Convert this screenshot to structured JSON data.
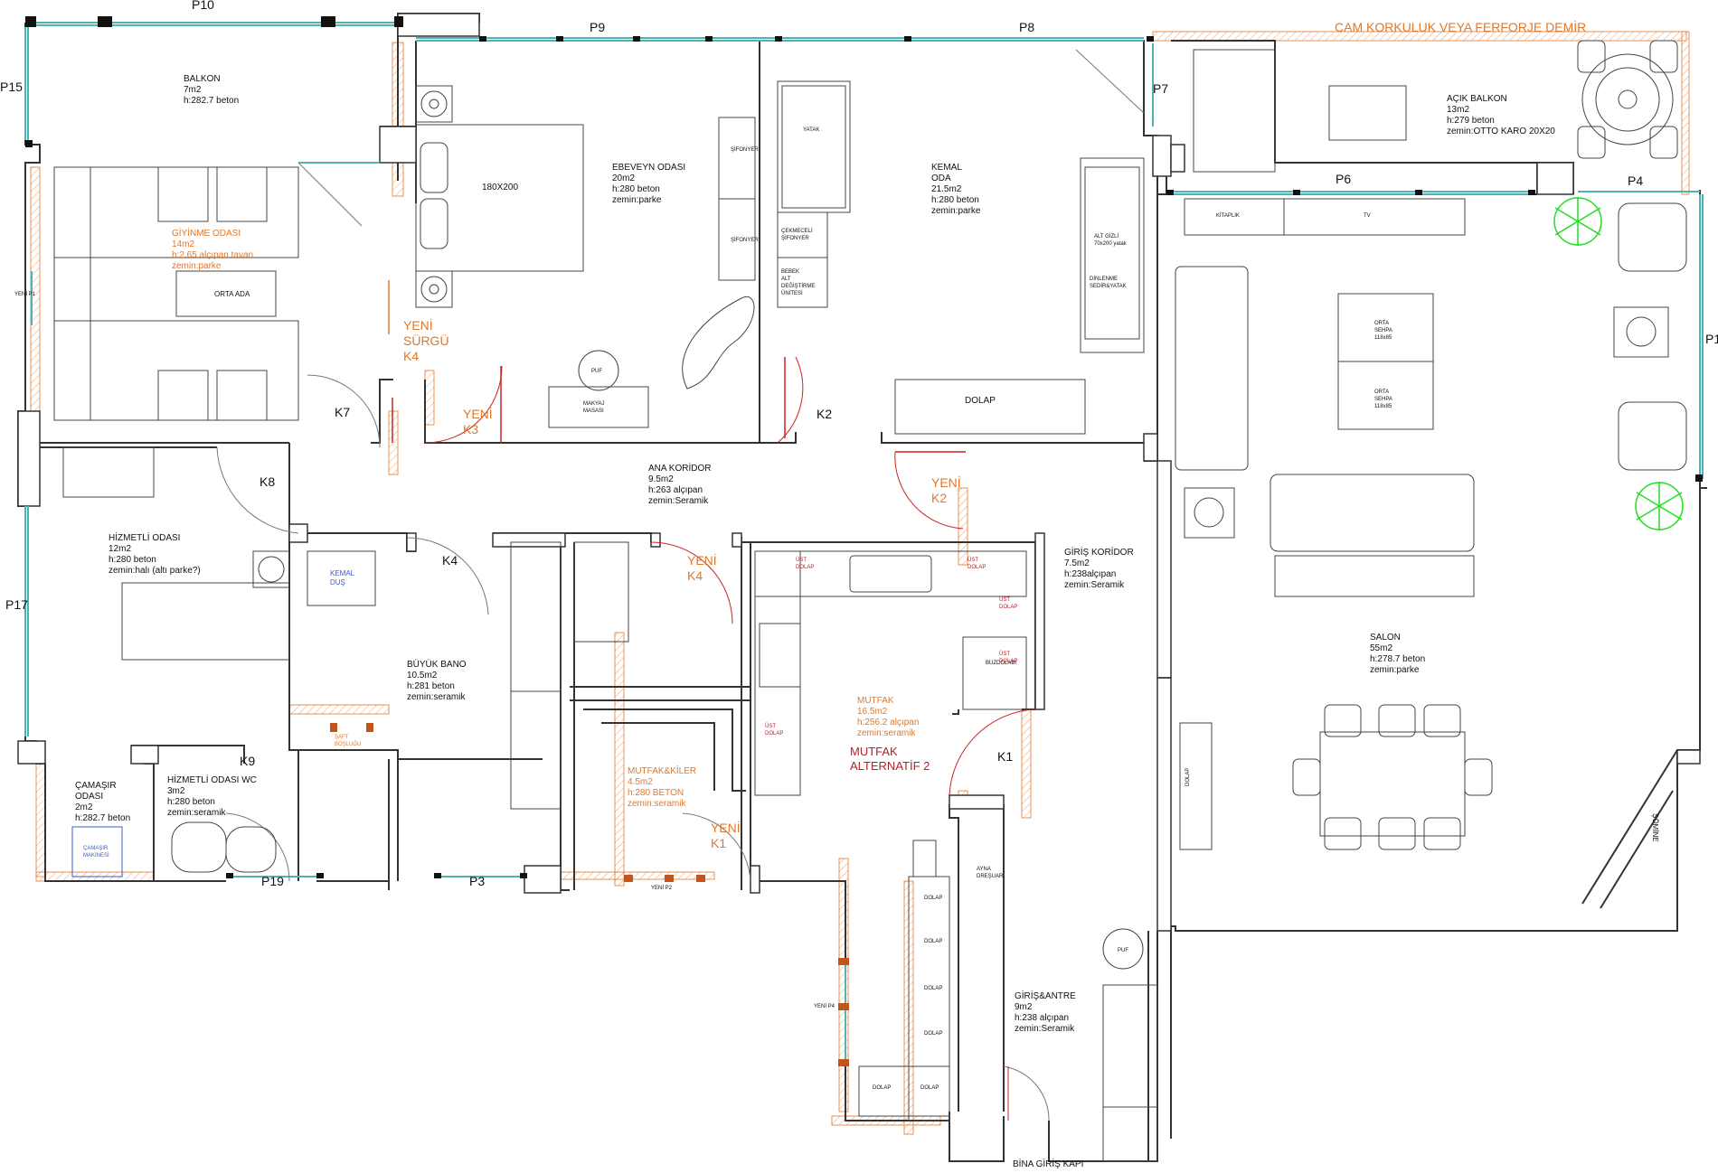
{
  "colors": {
    "wall": "#333333",
    "wall_new": "#e0782a",
    "hatch": "#f1a070",
    "window": "#4fb3b3",
    "furniture": "#444444",
    "plant": "#22dd22",
    "label_orange": "#e0782a",
    "label_red": "#b3202a",
    "fixture_blue": "#3a5bd0"
  },
  "header": {
    "railing_note": "CAM KORKULUK VEYA FERFORJE DEMİR"
  },
  "rooms": [
    {
      "id": "balkon",
      "lines": [
        "BALKON",
        "7m2",
        "h:282.7 beton"
      ]
    },
    {
      "id": "giyinme",
      "lines": [
        "GİYİNME ODASI",
        "14m2",
        "h:2,65 alçıpan tavan",
        "zemin:parke"
      ]
    },
    {
      "id": "ebeveyn",
      "lines": [
        "EBEVEYN ODASI",
        "20m2",
        "h:280 beton",
        "zemin:parke"
      ]
    },
    {
      "id": "kemal",
      "lines": [
        "KEMAL",
        "ODA",
        "21.5m2",
        "h:280 beton",
        "zemin:parke"
      ]
    },
    {
      "id": "acik_balkon",
      "lines": [
        "AÇIK BALKON",
        "13m2",
        "h:279 beton",
        "zemin:OTTO KARO 20X20"
      ]
    },
    {
      "id": "ana_koridor",
      "lines": [
        "ANA KORİDOR",
        "9.5m2",
        "h:263 alçıpan",
        "zemin:Seramik"
      ]
    },
    {
      "id": "hizmetli",
      "lines": [
        "HİZMETLİ  ODASI",
        "12m2",
        "h:280 beton",
        "zemin:halı (altı parke?)"
      ]
    },
    {
      "id": "buyuk_bano",
      "lines": [
        "BÜYÜK BANO",
        "10.5m2",
        "h:281 beton",
        "zemin:seramik"
      ]
    },
    {
      "id": "giris_koridor",
      "lines": [
        "GİRİŞ KORİDOR",
        "7.5m2",
        "h:238alçıpan",
        "zemin:Seramik"
      ]
    },
    {
      "id": "salon",
      "lines": [
        "SALON",
        "55m2",
        "h:278.7 beton",
        "zemin:parke"
      ]
    },
    {
      "id": "mutfak",
      "lines": [
        "MUTFAK",
        "16.5m2",
        "h:256.2 alçıpan",
        "zemin:seramik"
      ]
    },
    {
      "id": "mutfak_alt",
      "lines": [
        "MUTFAK",
        "ALTERNATİF 2"
      ]
    },
    {
      "id": "mutfak_kiler",
      "lines": [
        "MUTFAK&KİLER",
        "4.5m2",
        "h:280 BETON",
        "zemin:seramik"
      ]
    },
    {
      "id": "camasir",
      "lines": [
        "ÇAMAŞIR",
        "ODASI",
        "2m2",
        "h:282.7 beton"
      ]
    },
    {
      "id": "hizmetli_wc",
      "lines": [
        "HİZMETLİ ODASI WC",
        "3m2",
        "h:280 beton",
        "zemin:seramik"
      ]
    },
    {
      "id": "giris_antre",
      "lines": [
        "GİRİŞ&ANTRE",
        "9m2",
        "h:238 alçıpan",
        "zemin:Seramik"
      ]
    }
  ],
  "windows": [
    "P1",
    "P3",
    "P4",
    "P6",
    "P7",
    "P8",
    "P9",
    "P10",
    "P15",
    "P17",
    "P19"
  ],
  "doors": [
    "K1",
    "K2",
    "K4",
    "K7",
    "K8",
    "K9"
  ],
  "new_doors": [
    {
      "id": "yeni_surgu_k4",
      "lines": [
        "YENİ",
        "SÜRGÜ",
        "K4"
      ]
    },
    {
      "id": "yeni_k3",
      "lines": [
        "YENİ",
        "K3"
      ]
    },
    {
      "id": "yeni_k2",
      "lines": [
        "YENİ",
        "K2"
      ]
    },
    {
      "id": "yeni_k4",
      "lines": [
        "YENİ",
        "K4"
      ]
    },
    {
      "id": "yeni_k1",
      "lines": [
        "YENİ",
        "K1"
      ]
    }
  ],
  "furniture": {
    "bed_size": "180X200",
    "orta_ada": "ORTA ADA",
    "sifonyer": "ŞİFONYER",
    "yatak": "YATAK",
    "cekmeceli": [
      "ÇEKMECELİ",
      "ŞİFONYER"
    ],
    "bebek": [
      "BEBEK",
      "ALT",
      "DEĞİŞTİRME",
      "ÜNİTESİ"
    ],
    "puf": "PUF",
    "makyaj": [
      "MAKYAJ",
      "MASASI"
    ],
    "dolap": "DOLAP",
    "alt_gizli": [
      "ALT GİZLİ",
      "70x200 yatak"
    ],
    "dinlenme": [
      "DİNLENME",
      "SEDİR&YATAK"
    ],
    "kitaplik": "KİTAPLIK",
    "tv": "TV",
    "orta_sehpa": [
      "ORTA",
      "SEHPA",
      "118x85"
    ],
    "kemal_dus": [
      "KEMAL",
      "DUŞ"
    ],
    "buzdolabi": "BUZDOLABI",
    "ust_dolap": [
      "ÜST",
      "DOLAP"
    ],
    "camasir_makinesi": [
      "ÇAMAŞIR",
      "MAKİNESİ"
    ],
    "saft": [
      "ŞAFT",
      "BOŞLUĞU"
    ],
    "ayna": [
      "AYNA",
      "DREŞUAR"
    ],
    "somine": "ŞÖMİNE",
    "bina_giris": "BİNA GİRİŞ KAPI",
    "yeni_p1": "YENİ P1",
    "yeni_p2": "YENİ P2",
    "yeni_p4": "YENİ P4",
    "sifonyer2": "ŞİFONYER",
    "dolap_v": "DOLAP"
  }
}
